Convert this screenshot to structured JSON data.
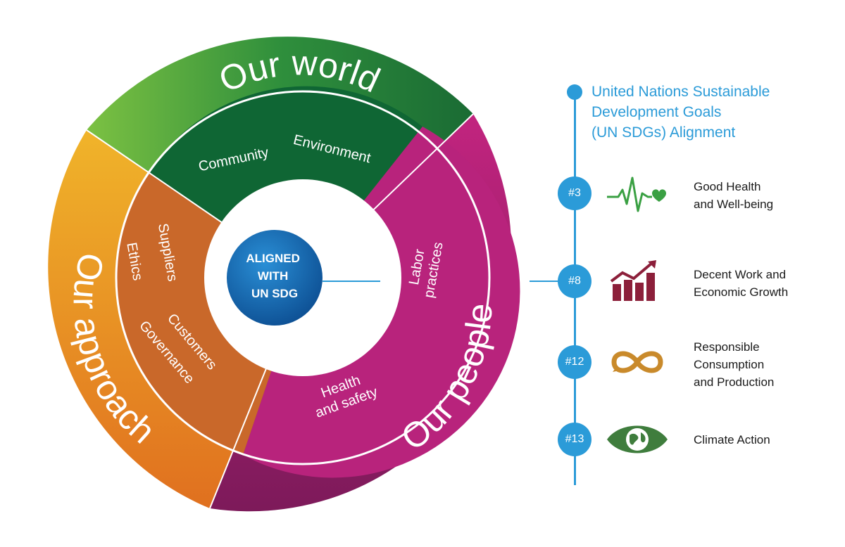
{
  "wheel": {
    "center_lines": [
      "ALIGNED",
      "WITH",
      "UN SDG"
    ],
    "sectors": [
      {
        "label": "Our world",
        "outer_color": "#1e7a3a",
        "inner_color": "#0f6634",
        "items": [
          "Community",
          "Environment"
        ]
      },
      {
        "label": "Our people",
        "outer_color": "#9c1f72",
        "inner_color": "#b8237c",
        "items": [
          "Labor practices",
          "Health and safety"
        ]
      },
      {
        "label": "Our approach",
        "outer_color": "#e38a1e",
        "inner_color": "#c9682a",
        "items": [
          "Suppliers",
          "Ethics",
          "Customers",
          "Governance"
        ]
      }
    ]
  },
  "sdg": {
    "title_lines": [
      "United Nations Sustainable",
      "Development Goals",
      "(UN SDGs) Alignment"
    ],
    "accent": "#2b9bd8",
    "goals": [
      {
        "number": "#3",
        "label_lines": [
          "Good Health",
          "and Well-being"
        ],
        "icon": "heartbeat-icon",
        "color": "#3aa043"
      },
      {
        "number": "#8",
        "label_lines": [
          "Decent Work and",
          "Economic Growth"
        ],
        "icon": "growth-chart-icon",
        "color": "#8c1f3a"
      },
      {
        "number": "#12",
        "label_lines": [
          "Responsible",
          "Consumption",
          "and Production"
        ],
        "icon": "infinity-icon",
        "color": "#c98a2b"
      },
      {
        "number": "#13",
        "label_lines": [
          "Climate Action"
        ],
        "icon": "eye-globe-icon",
        "color": "#3f7d3d"
      }
    ]
  }
}
